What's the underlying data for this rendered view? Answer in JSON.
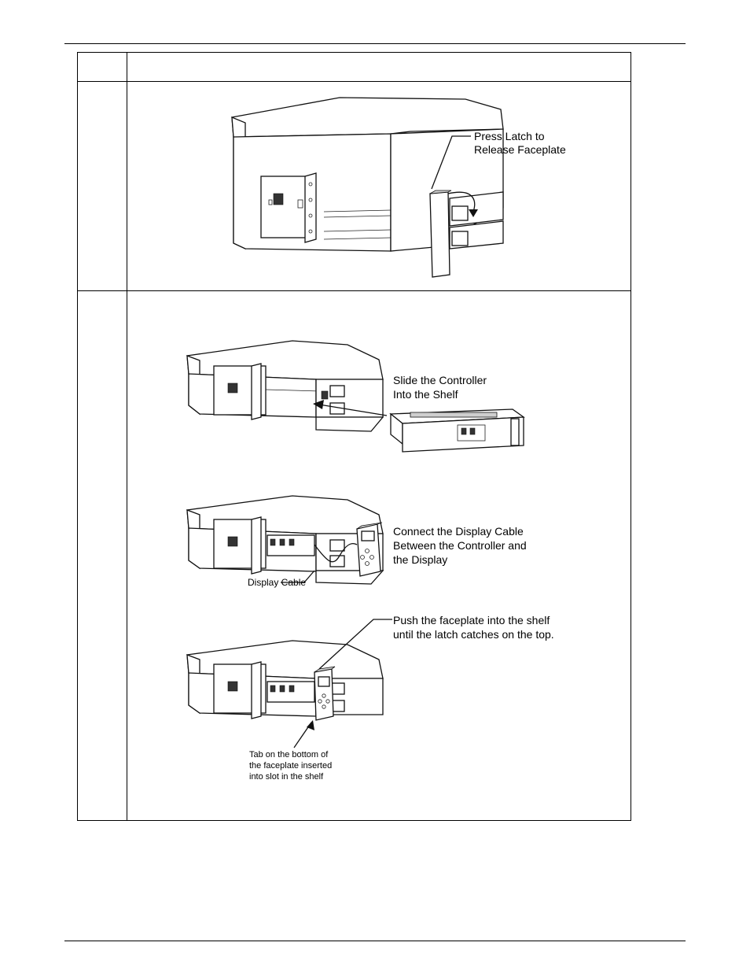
{
  "step1": {
    "callout_line1": "Press Latch to",
    "callout_line2": "Release Faceplate"
  },
  "step2": {
    "slide_line1": "Slide the Controller",
    "slide_line2": "Into the Shelf",
    "connect_line1": "Connect the Display Cable",
    "connect_line2": "Between the Controller and",
    "connect_line3": "the Display",
    "cable_label": "Display Cable",
    "push_line1": "Push the faceplate into the shelf",
    "push_line2": "until the latch catches on the top.",
    "tab_line1": "Tab on the bottom of",
    "tab_line2": "the faceplate inserted",
    "tab_line3": "into slot in the shelf"
  }
}
